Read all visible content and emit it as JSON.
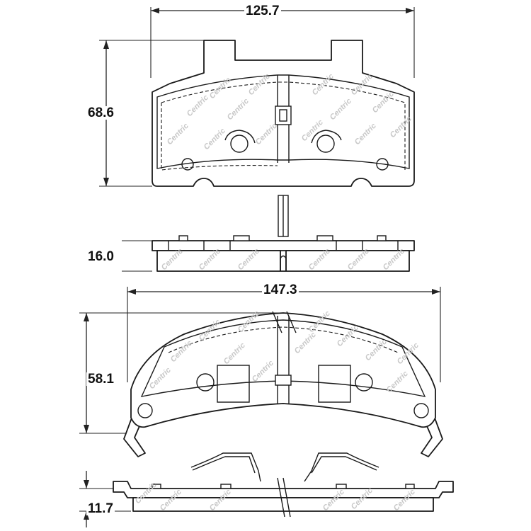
{
  "dimensions": {
    "top_pad_width": "125.7",
    "top_pad_height": "68.6",
    "top_pad_thickness": "16.0",
    "bottom_pad_width": "147.3",
    "bottom_pad_height": "58.1",
    "bottom_pad_thickness": "11.7"
  },
  "watermark": {
    "text": "Centric"
  },
  "colors": {
    "line": "#1a1a1a",
    "watermark": "#c8c8c8",
    "background": "#ffffff"
  }
}
